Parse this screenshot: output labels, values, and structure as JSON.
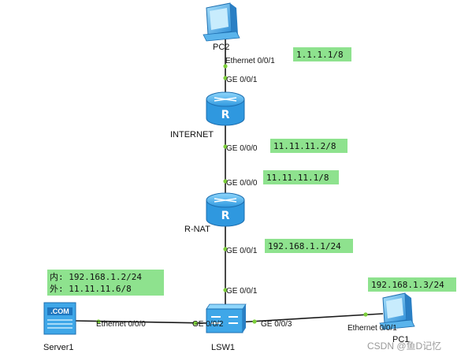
{
  "devices": {
    "pc2": {
      "name": "PC2",
      "icon": "pc-icon"
    },
    "internet": {
      "name": "INTERNET",
      "icon": "router-icon"
    },
    "rnat": {
      "name": "R-NAT",
      "icon": "router-icon"
    },
    "lsw1": {
      "name": "LSW1",
      "icon": "switch-icon"
    },
    "server1": {
      "name": "Server1",
      "icon": "server-icon",
      "badge": ".COM"
    },
    "pc1": {
      "name": "PC1",
      "icon": "pc-icon"
    }
  },
  "ports": {
    "pc2_eth": "Ethernet 0/0/1",
    "internet_g001": "GE 0/0/1",
    "internet_g000": "GE 0/0/0",
    "rnat_g000": "GE 0/0/0",
    "rnat_g001": "GE 0/0/1",
    "lsw1_g001": "GE 0/0/1",
    "lsw1_g002": "GE 0/0/2",
    "lsw1_g003": "GE 0/0/3",
    "server1_eth": "Ethernet 0/0/0",
    "pc1_eth": "Ethernet 0/0/1"
  },
  "ip_labels": {
    "pc2": "1.1.1.1/8",
    "internet_g000": "11.11.11.2/8",
    "rnat_g000": "11.11.11.1/8",
    "rnat_g001": "192.168.1.1/24",
    "server1_inner": "内: 192.168.1.2/24",
    "server1_outer": "外: 11.11.11.6/8",
    "pc1": "192.168.1.3/24"
  },
  "watermark": "CSDN @鱼D记忆",
  "colors": {
    "link": "#1a1a1a",
    "port_dot": "#7ccf3a",
    "ip_box": "#8ee28e",
    "device_blue": "#3fa7e8"
  }
}
